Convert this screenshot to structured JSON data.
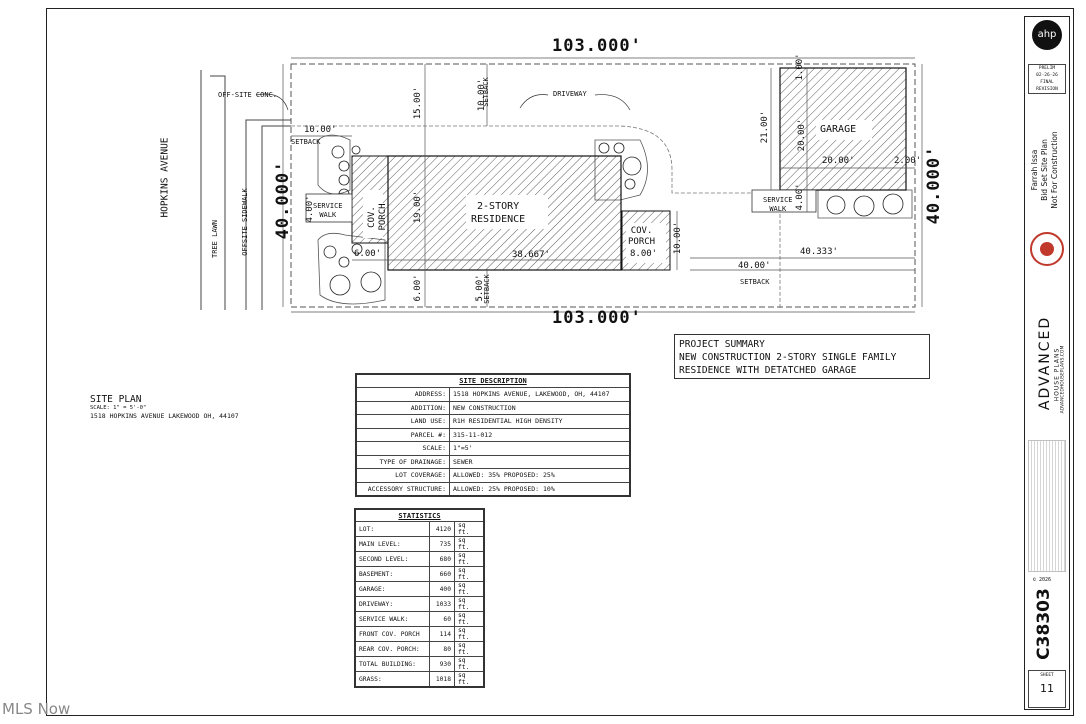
{
  "plan": {
    "top_width": "103.000'",
    "bottom_width": "103.000'",
    "left_depth": "40.000'",
    "right_depth": "40.000'",
    "street": "HOPKINS AVENUE",
    "offsite_conc": "OFF-SITE CONC.",
    "tree_lawn": "TREE LAWN",
    "offsite_sidewalk": "OFFSITE SIDEWALK",
    "driveway": "DRIVEWAY",
    "setback": "SETBACK",
    "front_setback": "10.00'",
    "top_15": "15.00'",
    "top_10": "10.00'",
    "residence": "2-STORY\nRESIDENCE",
    "residence_line1": "2-STORY",
    "residence_line2": "RESIDENCE",
    "res_width": "38.667'",
    "res_depth": "19.00'",
    "cov_porch": "COV.\nPORCH",
    "cov_porch_l1": "COV.",
    "cov_porch_l2": "PORCH",
    "front_porch_w": "6.00'",
    "service_walk_l1": "SERVICE",
    "service_walk_l2": "WALK",
    "walk_4": "4.00'",
    "bottom_6": "6.00'",
    "bottom_5": "5.00'",
    "rear_porch_w": "8.00'",
    "rear_porch_d": "10.00'",
    "garage": "GARAGE",
    "garage_21": "21.00'",
    "garage_20v": "20.00'",
    "garage_20h": "20.00'",
    "garage_2": "2.00'",
    "garage_1": "1.00'",
    "garage_4": "4.00'",
    "dim_40333": "40.333'",
    "dim_40": "40.00'"
  },
  "site_plan": {
    "title": "SITE PLAN",
    "scale": "SCALE: 1\" = 5'-0\"",
    "address": "1518 HOPKINS AVENUE LAKEWOOD OH, 44107"
  },
  "summary": {
    "line1": "PROJECT SUMMARY",
    "line2": "NEW CONSTRUCTION 2-STORY SINGLE FAMILY",
    "line3": "RESIDENCE WITH DETATCHED GARAGE"
  },
  "site_description": {
    "title": "SITE DESCRIPTION",
    "rows": [
      {
        "k": "ADDRESS:",
        "v": "1518 HOPKINS AVENUE, LAKEWOOD, OH, 44107"
      },
      {
        "k": "ADDITION:",
        "v": "NEW CONSTRUCTION"
      },
      {
        "k": "LAND USE:",
        "v": "R1H RESIDENTIAL HIGH DENSITY"
      },
      {
        "k": "PARCEL #:",
        "v": "315-11-012"
      },
      {
        "k": "SCALE:",
        "v": "1\"=5'"
      },
      {
        "k": "TYPE OF DRAINAGE:",
        "v": "SEWER"
      },
      {
        "k": "LOT COVERAGE:",
        "v": "ALLOWED: 35% PROPOSED: 25%"
      },
      {
        "k": "ACCESSORY STRUCTURE:",
        "v": "ALLOWED: 25% PROPOSED: 10%"
      }
    ]
  },
  "statistics": {
    "title": "STATISTICS",
    "rows": [
      {
        "k": "LOT:",
        "v": "4120",
        "u": "sq ft."
      },
      {
        "k": "MAIN LEVEL:",
        "v": "735",
        "u": "sq ft."
      },
      {
        "k": "SECOND LEVEL:",
        "v": "680",
        "u": "sq ft."
      },
      {
        "k": "BASEMENT:",
        "v": "660",
        "u": "sq ft."
      },
      {
        "k": "GARAGE:",
        "v": "400",
        "u": "sq ft."
      },
      {
        "k": "DRIVEWAY:",
        "v": "1033",
        "u": "sq ft."
      },
      {
        "k": "SERVICE WALK:",
        "v": "60",
        "u": "sq ft."
      },
      {
        "k": "FRONT COV. PORCH",
        "v": "114",
        "u": "sq ft."
      },
      {
        "k": "REAR COV. PORCH:",
        "v": "80",
        "u": "sq ft."
      },
      {
        "k": "TOTAL BUILDING:",
        "v": "930",
        "u": "sq ft."
      },
      {
        "k": "GRASS:",
        "v": "1018",
        "u": "sq ft."
      }
    ]
  },
  "titleblock": {
    "logo": "ahp",
    "prelim": "PRELIM",
    "date": "02-26-26",
    "final": "FINAL",
    "revision": "REVISION",
    "project": "Farrah Issa",
    "set": "Bid Set Site Plan",
    "note": "Not For Construction",
    "brand": "ADVANCED",
    "brand_sub": "HOUSE PLANS",
    "website": "ADVANCEDHOUSEPLANS.COM",
    "copyright": "© 2026",
    "plan_no": "C38303",
    "sheet_label": "SHEET",
    "sheet_no": "11"
  },
  "watermark": "MLS Now"
}
